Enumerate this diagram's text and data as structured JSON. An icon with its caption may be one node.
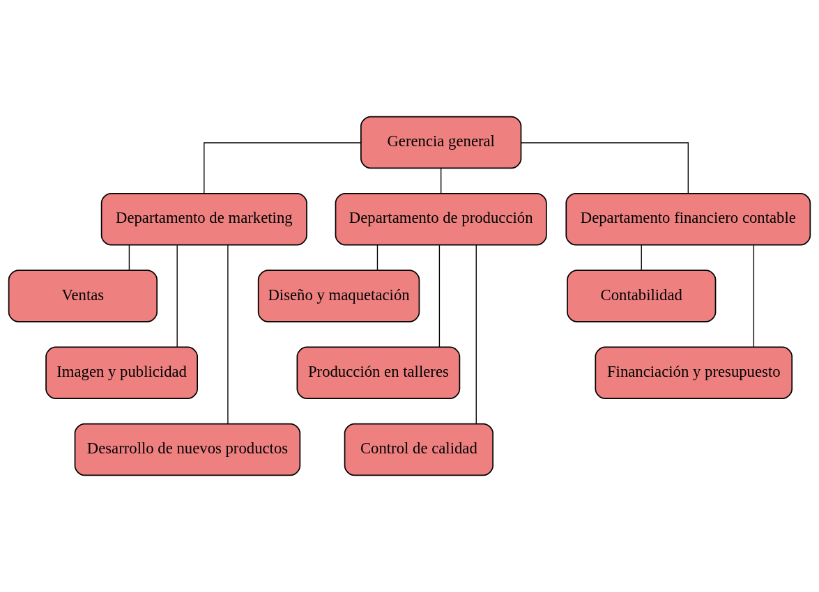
{
  "diagram": {
    "nodes": [
      {
        "text": [
          "Gerencia general"
        ]
      },
      {
        "text": [
          "Departamento de marketing"
        ]
      },
      {
        "text": [
          "Departamento de producción"
        ]
      },
      {
        "text": [
          "Departamento financiero contable"
        ]
      },
      {
        "text": [
          "Ventas"
        ]
      },
      {
        "text": [
          "Imagen y publicidad"
        ]
      },
      {
        "text": [
          "Desarrollo de nuevos productos"
        ]
      },
      {
        "text": [
          "Diseño y maquetación"
        ]
      },
      {
        "text": [
          "Producción en talleres"
        ]
      },
      {
        "text": [
          "Control de calidad"
        ]
      },
      {
        "text": [
          "Contabilidad"
        ]
      },
      {
        "text": [
          "Financiación y presupuesto"
        ]
      }
    ],
    "edges": [
      {
        "from": 0,
        "to": 1,
        "arrow": "none"
      },
      {
        "from": 0,
        "to": 2,
        "arrow": "none"
      },
      {
        "from": 0,
        "to": 3,
        "arrow": "none"
      },
      {
        "from": 1,
        "to": 4,
        "arrow": "none"
      },
      {
        "from": 1,
        "to": 5,
        "arrow": "none"
      },
      {
        "from": 1,
        "to": 6,
        "arrow": "none"
      },
      {
        "from": 2,
        "to": 7,
        "arrow": "none"
      },
      {
        "from": 2,
        "to": 8,
        "arrow": "none"
      },
      {
        "from": 2,
        "to": 9,
        "arrow": "none"
      },
      {
        "from": 3,
        "to": 10,
        "arrow": "none"
      },
      {
        "from": 3,
        "to": 11,
        "arrow": "none"
      }
    ]
  }
}
